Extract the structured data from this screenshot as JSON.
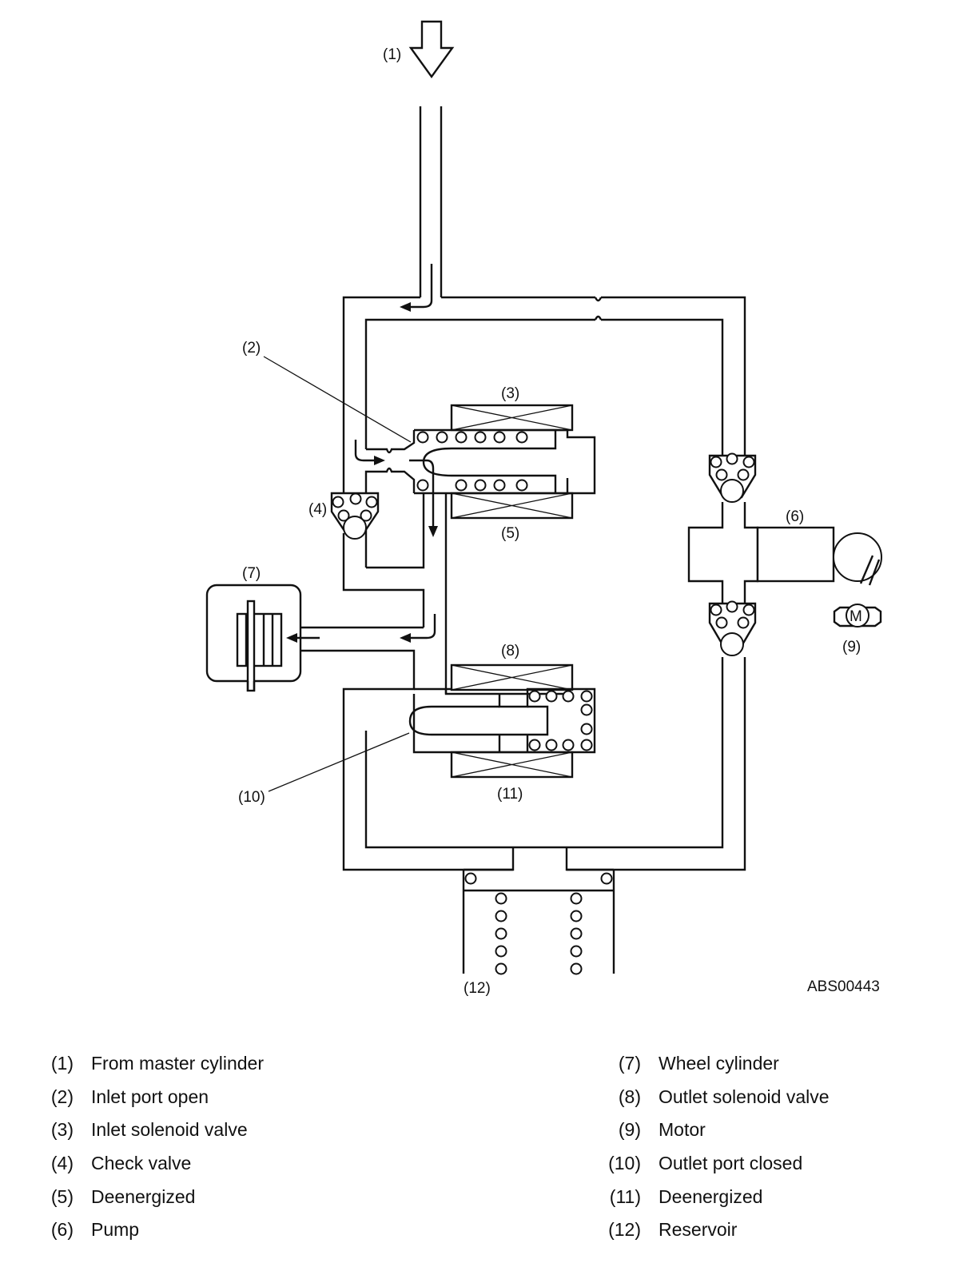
{
  "callouts": {
    "c1": "(1)",
    "c2": "(2)",
    "c3": "(3)",
    "c4": "(4)",
    "c5": "(5)",
    "c6": "(6)",
    "c7": "(7)",
    "c8": "(8)",
    "c9": "(9)",
    "c10": "(10)",
    "c11": "(11)",
    "c12": "(12)"
  },
  "motor_symbol": "M",
  "figure_code": "ABS00443",
  "legend": {
    "left": [
      {
        "num": "(1)",
        "label": "From master cylinder"
      },
      {
        "num": "(2)",
        "label": "Inlet port open"
      },
      {
        "num": "(3)",
        "label": "Inlet solenoid valve"
      },
      {
        "num": "(4)",
        "label": "Check valve"
      },
      {
        "num": "(5)",
        "label": "Deenergized"
      },
      {
        "num": "(6)",
        "label": "Pump"
      }
    ],
    "right": [
      {
        "num": "(7)",
        "label": "Wheel cylinder"
      },
      {
        "num": "(8)",
        "label": "Outlet solenoid valve"
      },
      {
        "num": "(9)",
        "label": "Motor"
      },
      {
        "num": "(10)",
        "label": "Outlet port closed"
      },
      {
        "num": "(11)",
        "label": "Deenergized"
      },
      {
        "num": "(12)",
        "label": "Reservoir"
      }
    ]
  }
}
